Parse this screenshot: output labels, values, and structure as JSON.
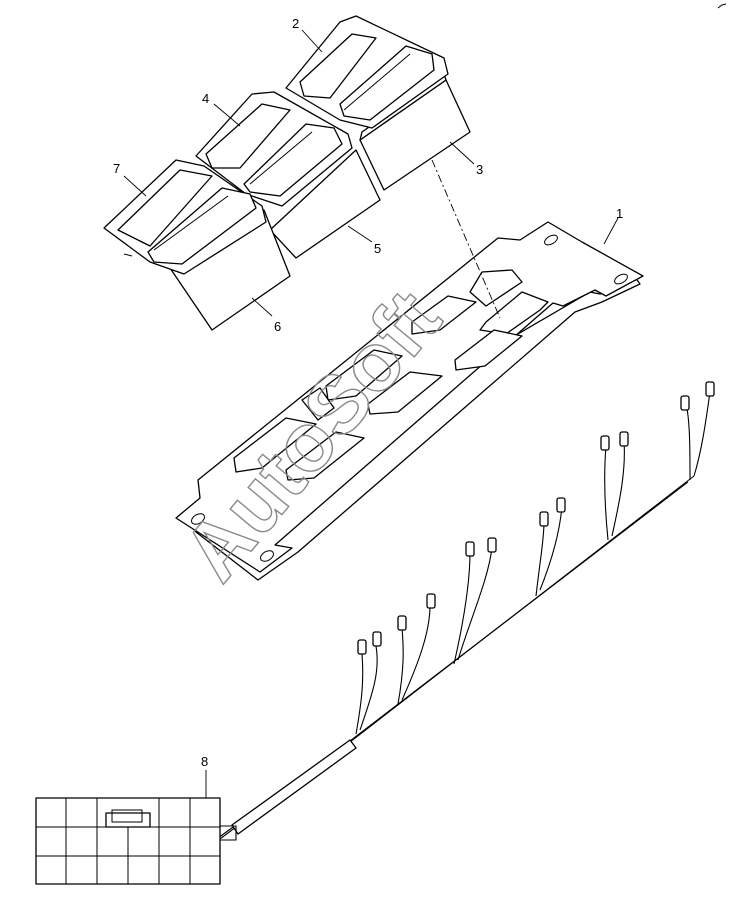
{
  "diagram": {
    "watermark": "AutoSoft",
    "callouts": {
      "c1": "1",
      "c2": "2",
      "c3": "3",
      "c4": "4",
      "c5": "5",
      "c6": "6",
      "c7": "7",
      "c8": "8"
    }
  }
}
